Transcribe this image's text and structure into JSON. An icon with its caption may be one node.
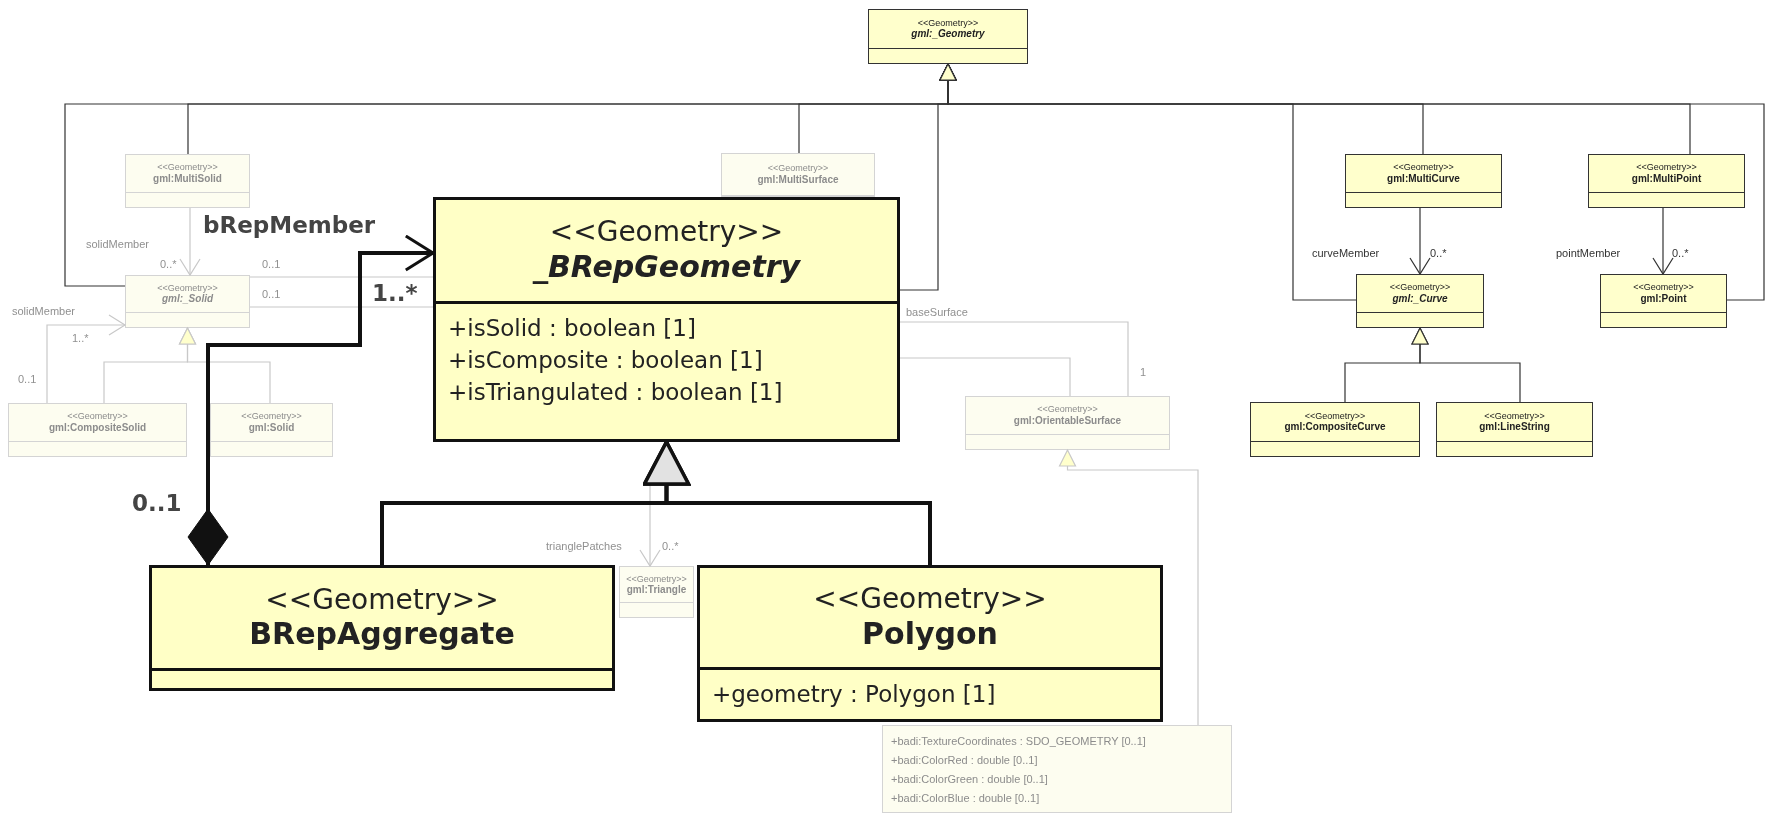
{
  "diagram": {
    "nodes": [
      {
        "text": [
          "<<Geometry>>",
          "gml:_Geometry"
        ]
      },
      {
        "text": [
          "<<Geometry>>",
          "gml:MultiSolid"
        ]
      },
      {
        "text": [
          "<<Geometry>>",
          "gml:MultiSurface"
        ]
      },
      {
        "text": [
          "<<Geometry>>",
          "gml:MultiCurve"
        ]
      },
      {
        "text": [
          "<<Geometry>>",
          "gml:MultiPoint"
        ]
      },
      {
        "text": [
          "<<Geometry>>",
          "_BRepGeometry",
          "+isSolid : boolean [1]",
          "+isComposite : boolean [1]",
          "+isTriangulated : boolean [1]"
        ]
      },
      {
        "text": [
          "<<Geometry>>",
          "gml:_Solid"
        ]
      },
      {
        "text": [
          "<<Geometry>>",
          "gml:_Curve"
        ]
      },
      {
        "text": [
          "<<Geometry>>",
          "gml:Point"
        ]
      },
      {
        "text": [
          "<<Geometry>>",
          "gml:CompositeSolid"
        ]
      },
      {
        "text": [
          "<<Geometry>>",
          "gml:Solid"
        ]
      },
      {
        "text": [
          "<<Geometry>>",
          "gml:OrientableSurface"
        ]
      },
      {
        "text": [
          "<<Geometry>>",
          "gml:CompositeCurve"
        ]
      },
      {
        "text": [
          "<<Geometry>>",
          "gml:LineString"
        ]
      },
      {
        "text": [
          "<<Geometry>>",
          "BRepAggregate"
        ]
      },
      {
        "text": [
          "<<Geometry>>",
          "gml:Triangle"
        ]
      },
      {
        "text": [
          "<<Geometry>>",
          "Polygon",
          "+geometry : Polygon [1]"
        ]
      },
      {
        "text": [
          "+badi:TextureCoordinates : SDO_GEOMETRY [0..1]",
          "+badi:ColorRed : double [0..1]",
          "+badi:ColorGreen : double [0..1]",
          "+badi:ColorBlue : double [0..1]"
        ]
      }
    ],
    "edges": [
      {
        "from": 1,
        "to": 0,
        "arrow": "to"
      },
      {
        "from": 6,
        "to": 0,
        "arrow": "to"
      },
      {
        "from": 2,
        "to": 0,
        "arrow": "to"
      },
      {
        "from": 3,
        "to": 0,
        "arrow": "to"
      },
      {
        "from": 7,
        "to": 0,
        "arrow": "to"
      },
      {
        "from": 4,
        "to": 0,
        "arrow": "to"
      },
      {
        "from": 8,
        "to": 0,
        "arrow": "to"
      },
      {
        "from": 1,
        "to": 6,
        "arrow": "to",
        "label": "solidMember",
        "color": "#c8c8c8"
      },
      {
        "from": 9,
        "to": 6,
        "arrow": "to",
        "label": "solidMember",
        "color": "#c8c8c8"
      },
      {
        "from": 9,
        "to": 6,
        "arrow": "to",
        "color": "#c8c8c8"
      },
      {
        "from": 10,
        "to": 6,
        "arrow": "to",
        "color": "#c8c8c8"
      },
      {
        "from": 6,
        "to": 5,
        "arrow": "none",
        "color": "#c8c8c8"
      },
      {
        "from": 6,
        "to": 5,
        "arrow": "none",
        "color": "#c8c8c8"
      },
      {
        "from": 3,
        "to": 7,
        "arrow": "to",
        "label": "curveMember"
      },
      {
        "from": 4,
        "to": 8,
        "arrow": "to",
        "label": "pointMember"
      },
      {
        "from": 12,
        "to": 7,
        "arrow": "to"
      },
      {
        "from": 13,
        "to": 7,
        "arrow": "to"
      },
      {
        "from": 14,
        "to": 5,
        "arrow": "to",
        "label": "bRepMember",
        "style": "thick"
      },
      {
        "from": 14,
        "to": 5,
        "arrow": "to",
        "style": "thick"
      },
      {
        "from": 16,
        "to": 5,
        "arrow": "to",
        "style": "thick"
      },
      {
        "from": 5,
        "to": 11,
        "arrow": "none",
        "label": "baseSurface",
        "color": "#c8c8c8"
      },
      {
        "from": 5,
        "to": 11,
        "arrow": "none",
        "color": "#c8c8c8"
      },
      {
        "from": 17,
        "to": 11,
        "arrow": "to",
        "color": "#c8c8c8"
      },
      {
        "from": null,
        "to": 15,
        "arrow": "to",
        "label": "trianglePatches",
        "color": "#c8c8c8"
      },
      {
        "from": 5,
        "to": 0,
        "arrow": "to"
      }
    ],
    "labels": [
      "0..*",
      "1..*",
      "0..1",
      "0..1",
      "0..1",
      "0..*",
      "0..*",
      "1..*",
      "0..1",
      "1",
      "0..*"
    ]
  }
}
